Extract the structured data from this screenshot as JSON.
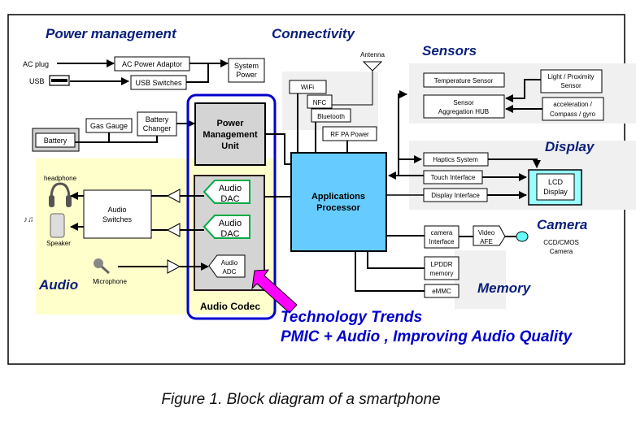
{
  "sections": {
    "power": "Power management",
    "connectivity": "Connectivity",
    "sensors": "Sensors",
    "display": "Display",
    "camera": "Camera",
    "memory": "Memory",
    "audio": "Audio"
  },
  "power": {
    "ac_plug": "AC plug",
    "usb": "USB",
    "ac_adaptor": "AC Power Adaptor",
    "usb_switches": "USB Switches",
    "system_power": [
      "System",
      "Power"
    ],
    "battery": "Battery",
    "gas_gauge": "Gas Gauge",
    "battery_changer": [
      "Battery",
      "Changer"
    ],
    "pmu": [
      "Power",
      "Management",
      "Unit"
    ]
  },
  "connectivity": {
    "antenna": "Antenna",
    "wifi": "WiFi",
    "nfc": "NFC",
    "bluetooth": "Bluetooth",
    "rf_pa": "RF PA Power"
  },
  "processor": [
    "Applications",
    "Processor"
  ],
  "sensors": {
    "temperature": "Temperature Sensor",
    "hub": [
      "Sensor",
      "Aggregation HUB"
    ],
    "light": [
      "Light / Proximity",
      "Sensor"
    ],
    "accel": [
      "acceleration /",
      "Compass / gyro"
    ]
  },
  "display": {
    "haptics": "Haptics System",
    "touch": "Touch Interface",
    "display_if": "Display Interface",
    "lcd": [
      "LCD",
      "Display"
    ]
  },
  "camera": {
    "interface": [
      "camera",
      "Interface"
    ],
    "afe": [
      "Video",
      "AFE"
    ],
    "sensor": [
      "CCD/CMOS",
      "Camera"
    ]
  },
  "memory": {
    "lpddr": [
      "LPDDR",
      "memory"
    ],
    "emmc": "eMMC"
  },
  "audio": {
    "headphone": "headphone",
    "speaker": "Speaker",
    "microphone": "Microphone",
    "switches": [
      "Audio",
      "Switches"
    ],
    "dac1": [
      "Audio",
      "DAC"
    ],
    "dac2": [
      "Audio",
      "DAC"
    ],
    "adc": [
      "Audio",
      "ADC"
    ],
    "codec": "Audio Codec"
  },
  "trends": {
    "line1": "Technology Trends",
    "line2": "PMIC + Audio , Improving Audio Quality"
  },
  "caption": "Figure 1. Block diagram of a smartphone",
  "colors": {
    "section_title": "#0a1f7a",
    "trend_text": "#0000cc",
    "processor_fill": "#66ccff",
    "lcd_fill": "#99ffff",
    "audio_bg": "#ffffcc",
    "region_bg": "#f0f0f0",
    "codec_outline": "#0000cc",
    "dac_outline": "#00aa44",
    "highlight_arrow": "#ff00ff"
  }
}
